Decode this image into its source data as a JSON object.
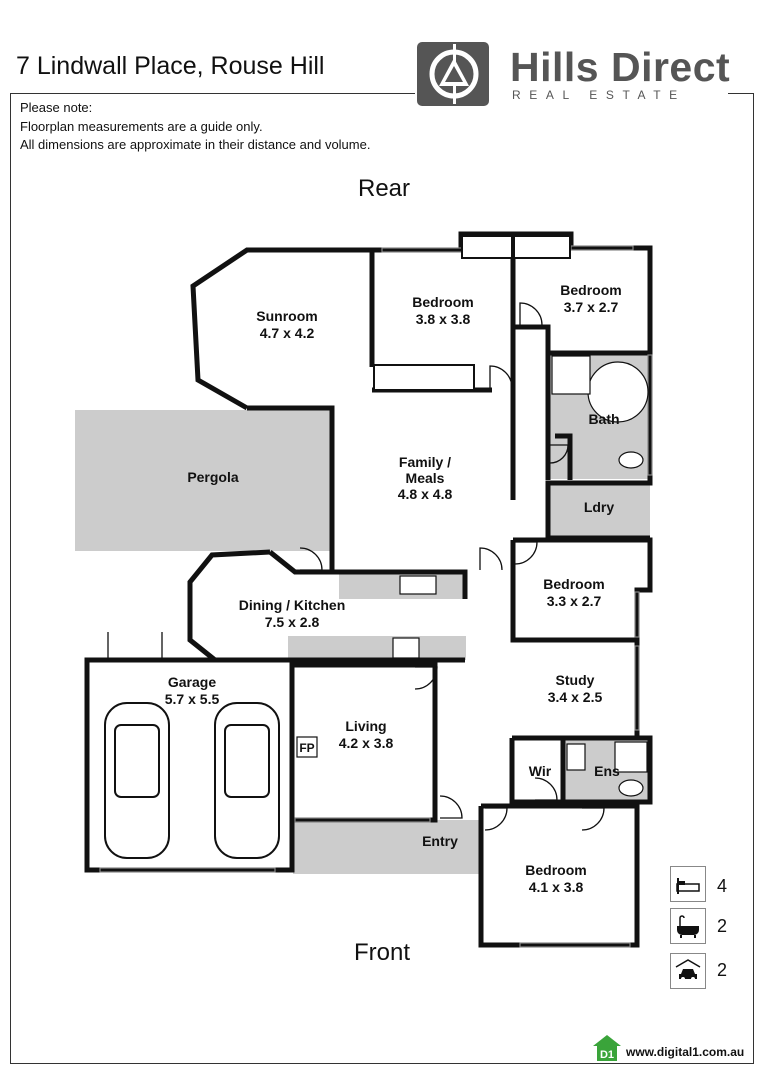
{
  "header": {
    "address": "7 Lindwall Place, Rouse Hill",
    "brand_name": "Hills Direct",
    "brand_sub": "REAL ESTATE"
  },
  "notes": [
    "Please note:",
    "Floorplan measurements are a guide only.",
    "All dimensions are approximate in their distance and volume."
  ],
  "orientation": {
    "top": "Rear",
    "bottom": "Front"
  },
  "rooms": {
    "sunroom": {
      "name": "Sunroom",
      "size": "4.7 x 4.2"
    },
    "bedroom_1": {
      "name": "Bedroom",
      "size": "3.8 x 3.8"
    },
    "bedroom_2": {
      "name": "Bedroom",
      "size": "3.7 x 2.7"
    },
    "bath": {
      "name": "Bath"
    },
    "pergola": {
      "name": "Pergola"
    },
    "family_meals": {
      "name": "Family /",
      "name2": "Meals",
      "size": "4.8 x 4.8"
    },
    "laundry": {
      "name": "Ldry"
    },
    "bedroom_3": {
      "name": "Bedroom",
      "size": "3.3 x 2.7"
    },
    "dining_kitchen": {
      "name": "Dining / Kitchen",
      "size": "7.5 x 2.8"
    },
    "garage": {
      "name": "Garage",
      "size": "5.7 x 5.5"
    },
    "living": {
      "name": "Living",
      "size": "4.2 x 3.8"
    },
    "fireplace": {
      "name": "FP"
    },
    "study": {
      "name": "Study",
      "size": "3.4 x 2.5"
    },
    "wir": {
      "name": "Wir"
    },
    "ensuite": {
      "name": "Ens"
    },
    "entry": {
      "name": "Entry"
    },
    "bedroom_4": {
      "name": "Bedroom",
      "size": "4.1 x 3.8"
    }
  },
  "features": {
    "bedrooms": {
      "icon": "bed-icon",
      "count": "4"
    },
    "bathrooms": {
      "icon": "bathtub-icon",
      "count": "2"
    },
    "car_spaces": {
      "icon": "car-icon",
      "count": "2"
    }
  },
  "footer": {
    "url": "www.digital1.com.au",
    "logo_text": "D1"
  },
  "colors": {
    "wall": "#111111",
    "shaded_area": "#cccccc",
    "brand_grey": "#555555",
    "footer_green": "#3aa43a"
  }
}
